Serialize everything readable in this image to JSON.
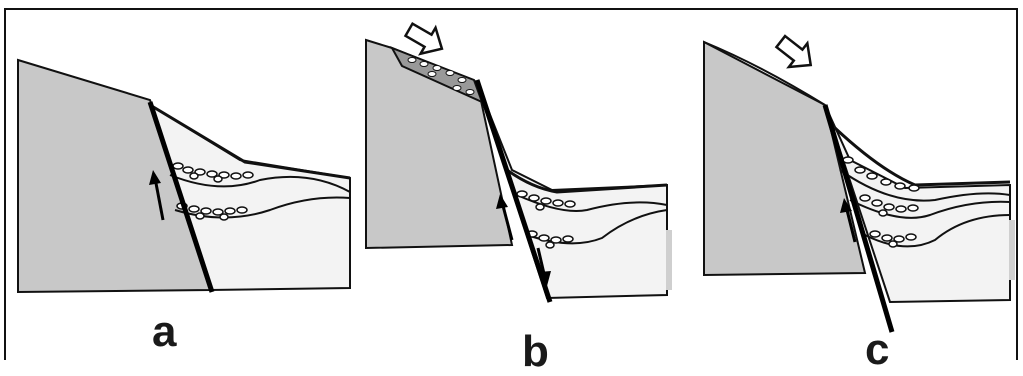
{
  "figure": {
    "panels": [
      {
        "id": "a",
        "label": "a"
      },
      {
        "id": "b",
        "label": "b"
      },
      {
        "id": "c",
        "label": "c"
      }
    ],
    "colors": {
      "footwall": "#c8c8c8",
      "hangingwall": "#f2f2f2",
      "ink": "#111111",
      "pebbles": "#ffffff"
    },
    "icons": [
      "hollow-arrow-icon",
      "fault-motion-arrow-icon"
    ]
  }
}
